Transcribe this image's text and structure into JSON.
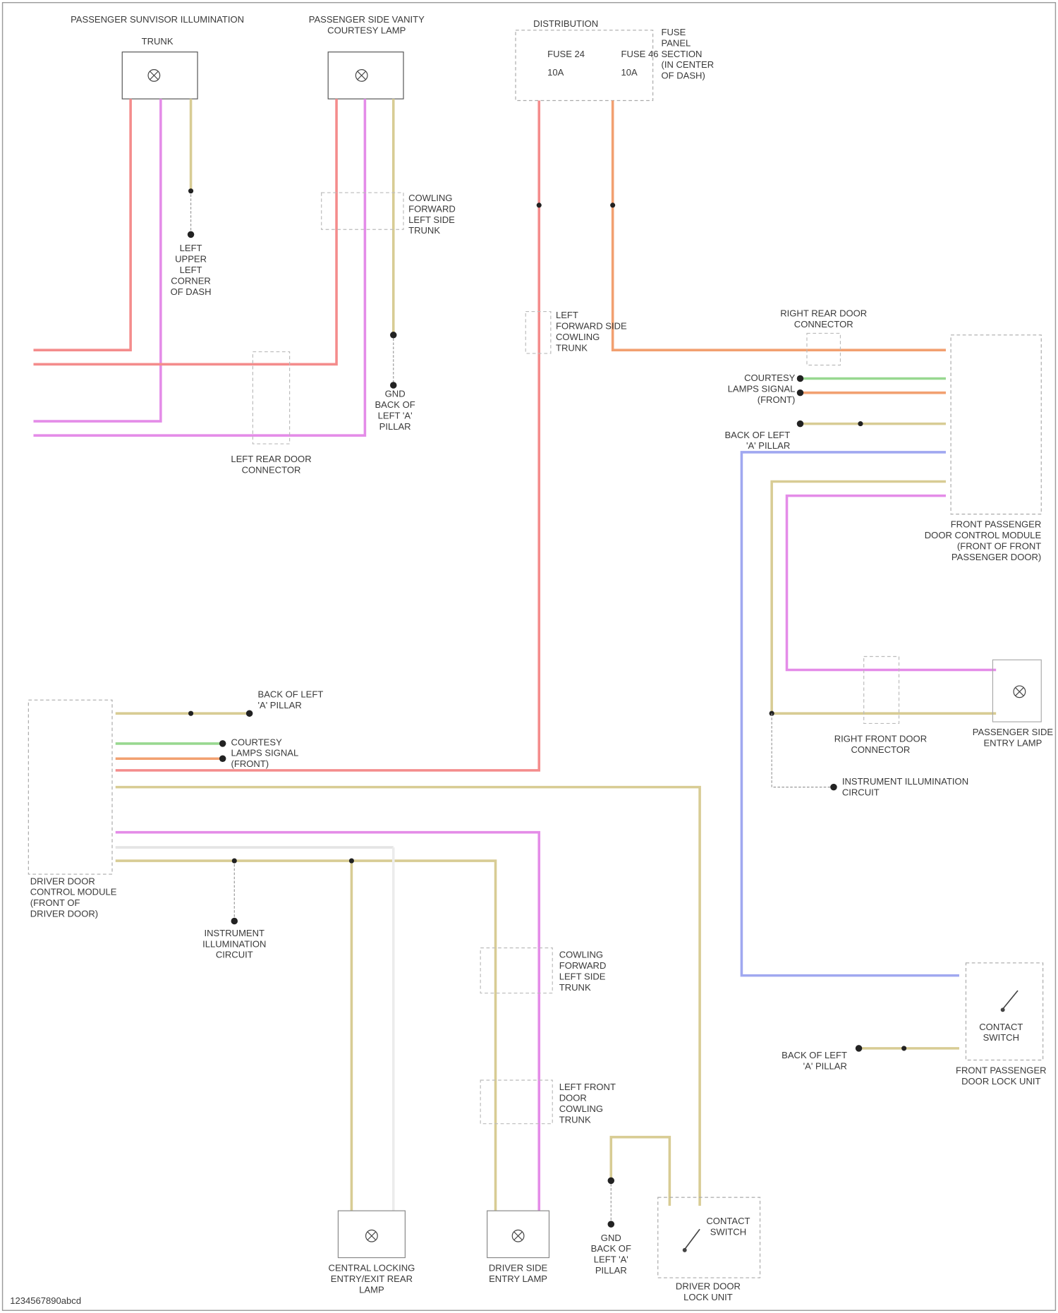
{
  "components": {
    "passenger_illum": "PASSENGER SUNVISOR ILLUMINATION",
    "passenger_illum_2": "TRUNK",
    "passenger_vanity": "PASSENGER SIDE VANITY",
    "passenger_vanity_2": "COURTESY LAMP",
    "fuse_box_title": "DISTRIBUTION",
    "fuse_a": "FUSE 24",
    "fuse_a_amp": "10A",
    "fuse_b": "FUSE 46",
    "fuse_b_amp": "10A",
    "fuse_box_side": "FUSE",
    "fuse_box_side_2": "PANEL",
    "fuse_box_side_3": "SECTION",
    "fuse_box_side_4": "(IN CENTER",
    "fuse_box_side_5": "OF DASH)",
    "connector_mid": "COWLING",
    "connector_mid_2": "FORWARD",
    "connector_mid_3": "LEFT SIDE",
    "connector_mid_4": "TRUNK",
    "ground_a": "LEFT",
    "ground_a_2": "UPPER",
    "ground_a_3": "LEFT",
    "ground_a_4": "CORNER",
    "ground_a_5": "OF DASH",
    "ground_b": "GND",
    "ground_b_2": "BACK OF",
    "ground_b_3": "LEFT 'A'",
    "ground_b_4": "PILLAR",
    "connector_left": "LEFT REAR DOOR",
    "connector_left_2": "CONNECTOR",
    "inline_connector": "LEFT",
    "inline_connector_2": "FORWARD SIDE",
    "inline_connector_3": "COWLING",
    "inline_connector_4": "TRUNK",
    "right_rear_conn": "RIGHT REAR DOOR",
    "right_rear_conn_2": "CONNECTOR",
    "right_module": "FRONT PASSENGER",
    "right_module_2": "DOOR CONTROL MODULE",
    "right_module_3": "(FRONT OF FRONT",
    "right_module_4": "PASSENGER DOOR)",
    "courtesy_a": "COURTESY",
    "courtesy_a_2": "LAMPS SIGNAL",
    "courtesy_a_3": "(FRONT)",
    "back_pillar": "BACK OF LEFT",
    "back_pillar_2": "'A' PILLAR",
    "right_front_conn": "RIGHT FRONT DOOR",
    "right_front_conn_2": "CONNECTOR",
    "passenger_lamp": "PASSENGER SIDE",
    "passenger_lamp_2": "ENTRY LAMP",
    "instrument_illum": "INSTRUMENT ILLUMINATION",
    "instrument_illum_2": "CIRCUIT",
    "left_module": "DRIVER DOOR",
    "left_module_2": "CONTROL MODULE",
    "left_module_3": "(FRONT OF",
    "left_module_4": "DRIVER DOOR)",
    "left_back": "BACK OF LEFT",
    "left_back_2": "'A' PILLAR",
    "courtesy_b": "COURTESY",
    "courtesy_b_2": "LAMPS SIGNAL",
    "courtesy_b_3": "(FRONT)",
    "instrument_illum_b": "INSTRUMENT",
    "instrument_illum_b_2": "ILLUMINATION",
    "instrument_illum_b_3": "CIRCUIT",
    "conn_lower_a": "COWLING",
    "conn_lower_a_2": "FORWARD",
    "conn_lower_a_3": "LEFT SIDE",
    "conn_lower_a_4": "TRUNK",
    "conn_lower_b": "LEFT FRONT",
    "conn_lower_b_2": "DOOR",
    "conn_lower_b_3": "COWLING",
    "conn_lower_b_4": "TRUNK",
    "contact_switch": "CONTACT",
    "contact_switch_2": "SWITCH",
    "pass_door_switch": "FRONT PASSENGER",
    "pass_door_switch_2": "DOOR LOCK UNIT",
    "gnd_right": "BACK OF LEFT",
    "gnd_right_2": "'A' PILLAR",
    "entry_lamp_left": "CENTRAL LOCKING",
    "entry_lamp_left_2": "ENTRY/EXIT REAR",
    "entry_lamp_left_3": "LAMP",
    "entry_lamp_mid": "DRIVER SIDE",
    "entry_lamp_mid_2": "ENTRY LAMP",
    "gnd_bottom": "GND",
    "gnd_bottom_2": "BACK OF",
    "gnd_bottom_3": "LEFT 'A'",
    "gnd_bottom_4": "PILLAR",
    "driver_door_switch": "DRIVER DOOR",
    "driver_door_switch_2": "LOCK UNIT",
    "contact_switch_b": "CONTACT",
    "contact_switch_b_2": "SWITCH"
  },
  "wire_colors": {
    "red": "#f48c8c",
    "pink": "#e48ce8",
    "tan": "#d8cc94",
    "orange": "#f2a070",
    "green": "#98d890",
    "blue": "#a0a8f0",
    "gray": "#c8c8c8"
  },
  "footer": "1234567890abcd"
}
